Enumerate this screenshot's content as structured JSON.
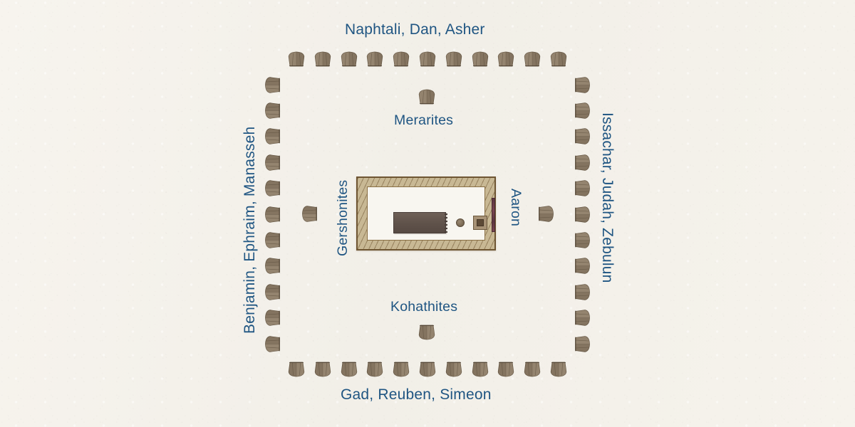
{
  "figure": {
    "title": "Israelite camp arrangement around the Tabernacle",
    "background_color": "#f6f3ed",
    "label_color": "#1f5582",
    "tent_color": "#8a7a66",
    "courtyard_color": "#c8b894",
    "gate_color": "#7a4450"
  },
  "tribe_labels": {
    "north": "Naphtali,  Dan,  Asher",
    "south": "Gad,  Reuben,  Simeon",
    "west": "Benjamin,  Ephraim,  Manasseh",
    "east": "Issachar,  Judah,  Zebulun"
  },
  "levite_labels": {
    "north": "Merarites",
    "south": "Kohathites",
    "west": "Gershonites",
    "east": "Aaron"
  },
  "tent_rows": {
    "north_count": 11,
    "south_count": 11,
    "west_count": 11,
    "east_count": 11
  },
  "courtyard": {
    "sanctuary_name": "tabernacle-tent",
    "laver_name": "laver-basin",
    "altar_name": "altar-of-burnt-offering",
    "gate_name": "courtyard-gate-east"
  }
}
